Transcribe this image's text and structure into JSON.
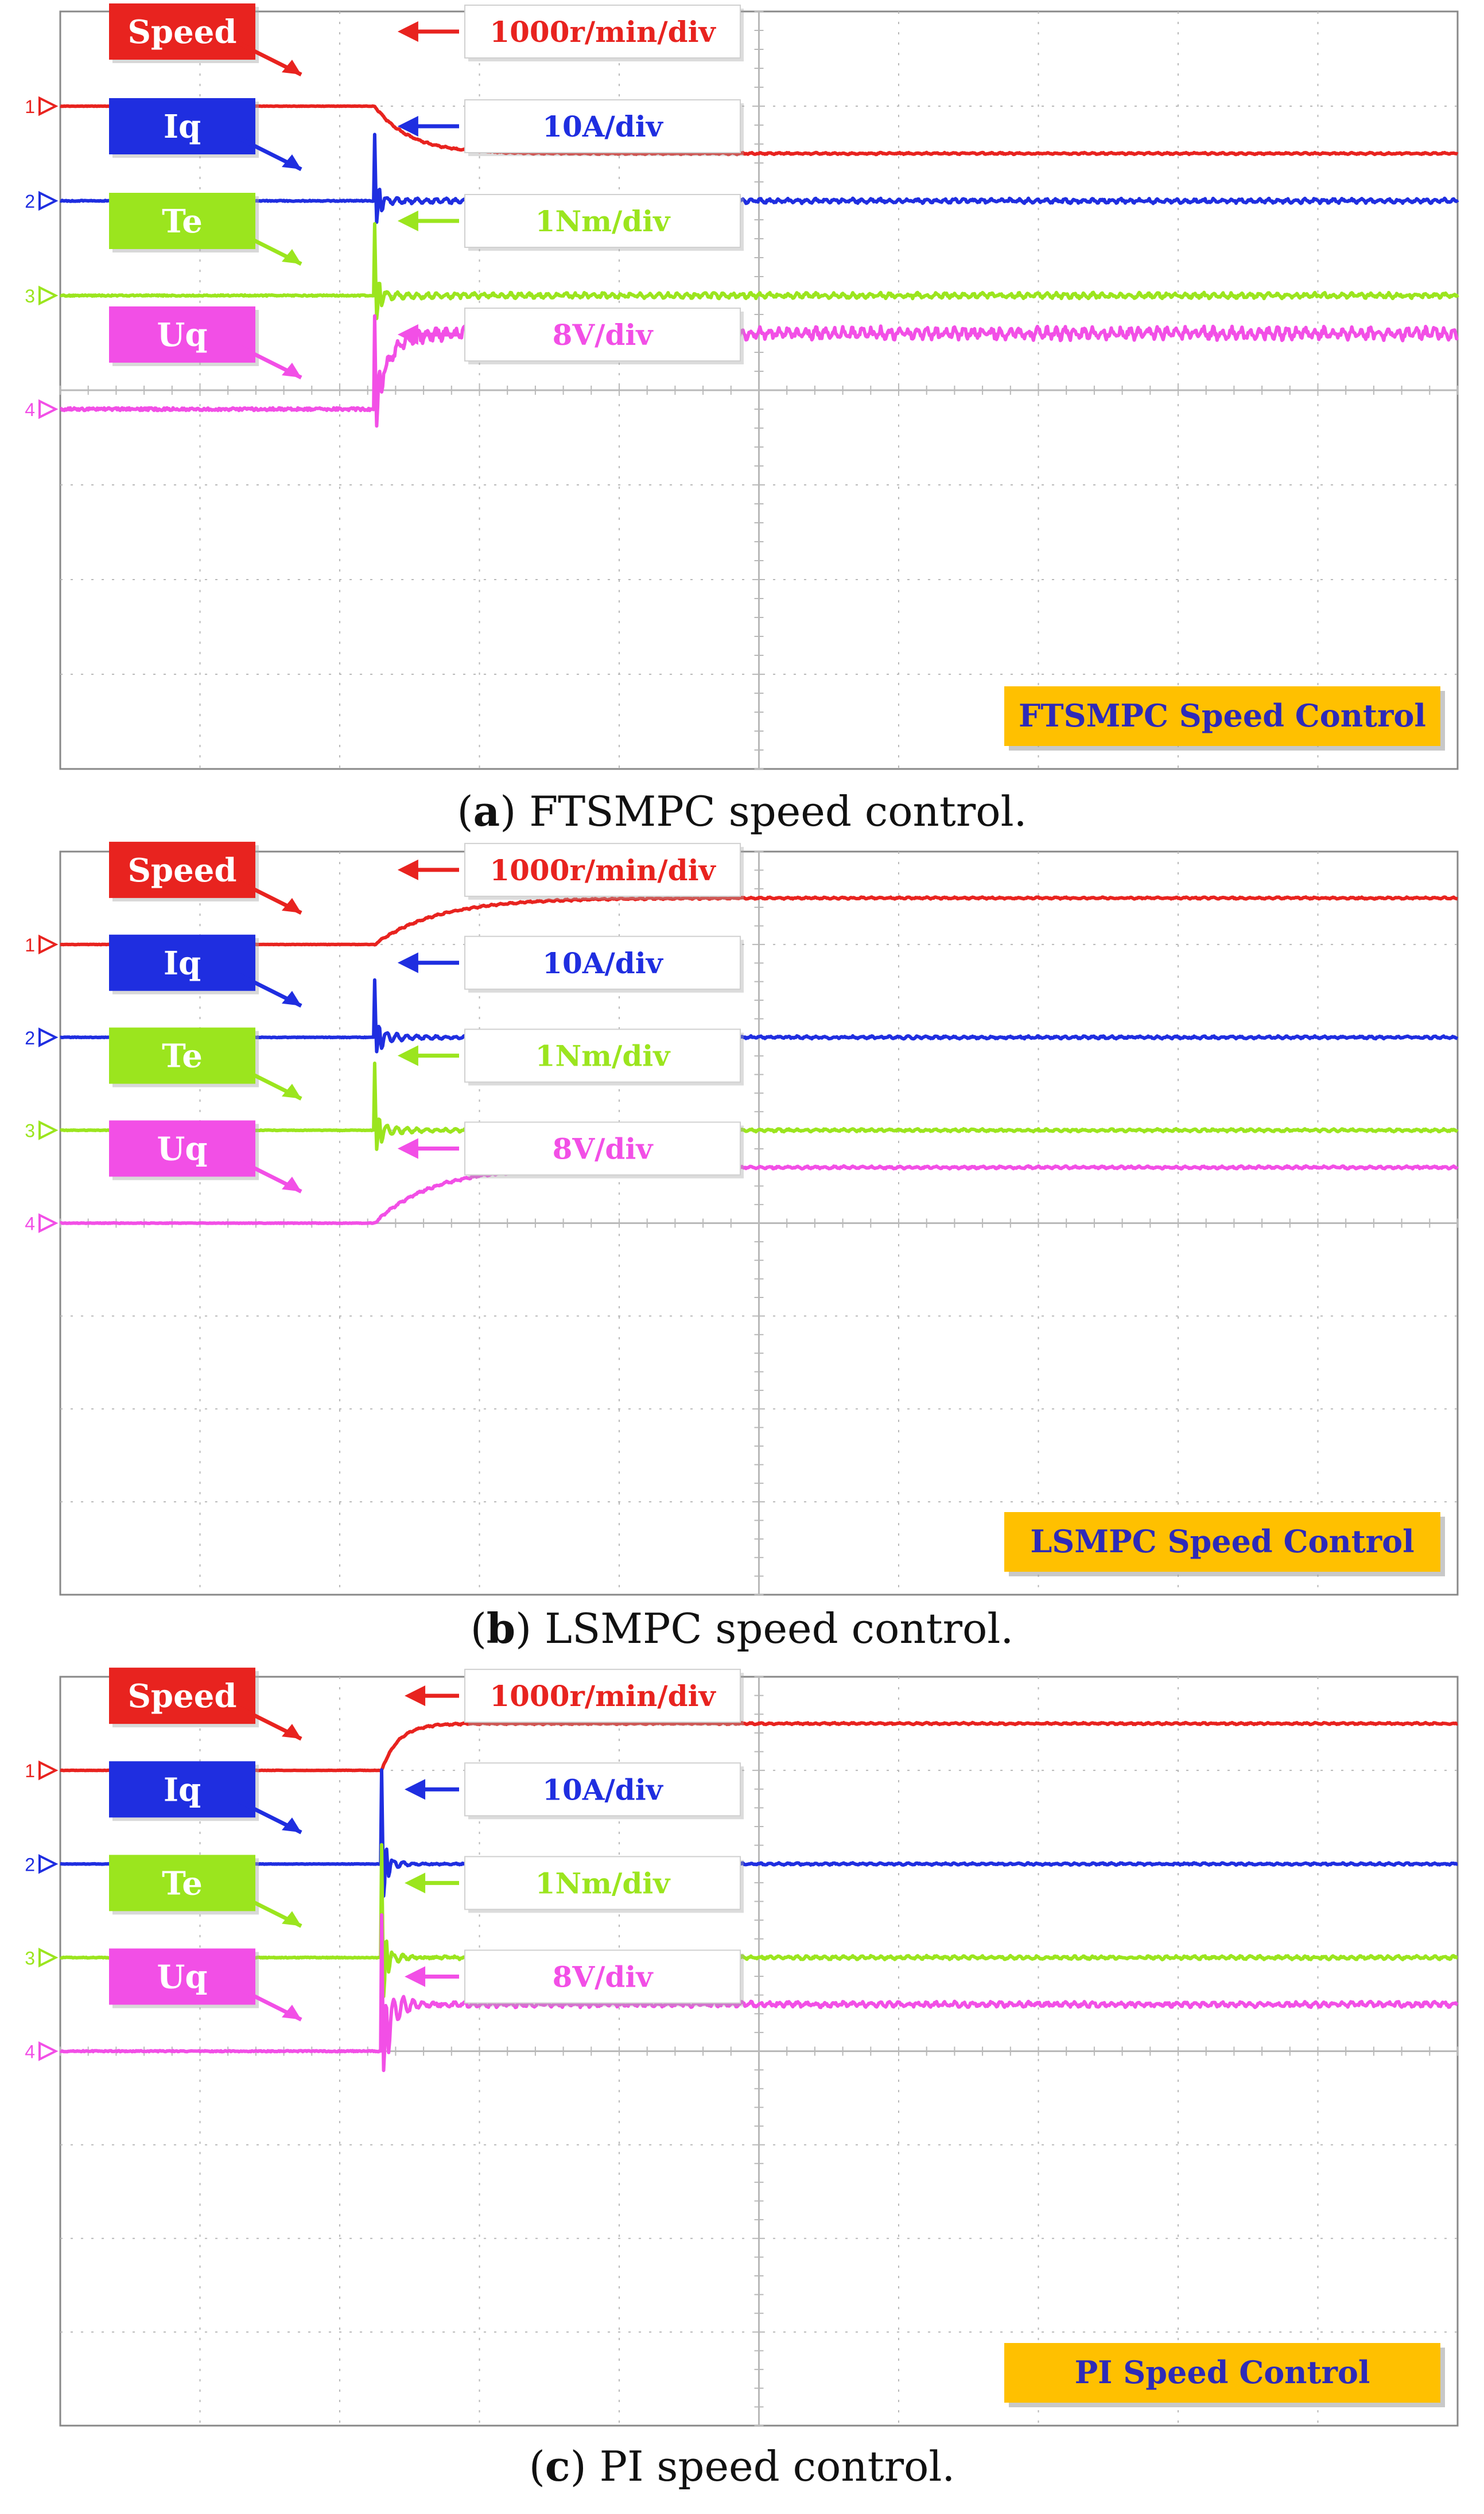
{
  "colors": {
    "speed": "#e8231f",
    "iq": "#1f2ee0",
    "te": "#9be51e",
    "uq": "#f24fe6",
    "grid": "#b9b9b9",
    "panel_border": "#888888",
    "title_bg": "#ffc000",
    "title_text": "#2e2ab8",
    "label_text": "#ffffff"
  },
  "chart_data": [
    {
      "type": "line",
      "title": "FTSMPC Speed Control",
      "caption_letter": "a",
      "caption_text": "FTSMPC speed control.",
      "channels": [
        {
          "name": "Speed",
          "marker": "1",
          "scale": "1000r/min/div",
          "color": "speed",
          "baseline": 1.0,
          "final": 1.5,
          "step_at": 2.25,
          "rise": 0.25,
          "ringing": 0.0,
          "spike": 0.0,
          "noise": 0.01
        },
        {
          "name": "Iq",
          "marker": "2",
          "scale": "10A/div",
          "color": "iq",
          "baseline": 2.0,
          "final": 2.0,
          "step_at": 2.25,
          "rise": 0.05,
          "ringing": 0.1,
          "spike": 0.7,
          "noise": 0.025
        },
        {
          "name": "Te",
          "marker": "3",
          "scale": "1Nm/div",
          "color": "te",
          "baseline": 3.0,
          "final": 3.0,
          "step_at": 2.25,
          "rise": 0.05,
          "ringing": 0.1,
          "spike": 0.75,
          "noise": 0.03
        },
        {
          "name": "Uq",
          "marker": "4",
          "scale": "8V/div",
          "color": "uq",
          "baseline": 4.2,
          "final": 3.4,
          "step_at": 2.25,
          "rise": 0.1,
          "ringing": 0.15,
          "spike": 0.95,
          "noise": 0.07
        }
      ]
    },
    {
      "type": "line",
      "title": "LSMPC Speed Control",
      "caption_letter": "b",
      "caption_text": "LSMPC speed control.",
      "channels": [
        {
          "name": "Speed",
          "marker": "1",
          "scale": "1000r/min/div",
          "color": "speed",
          "baseline": 1.0,
          "final": 0.5,
          "step_at": 2.25,
          "rise": 0.45,
          "ringing": 0.0,
          "spike": 0.0,
          "noise": 0.01
        },
        {
          "name": "Iq",
          "marker": "2",
          "scale": "10A/div",
          "color": "iq",
          "baseline": 2.0,
          "final": 2.0,
          "step_at": 2.25,
          "rise": 0.06,
          "ringing": 0.12,
          "spike": 0.62,
          "noise": 0.015
        },
        {
          "name": "Te",
          "marker": "3",
          "scale": "1Nm/div",
          "color": "te",
          "baseline": 3.0,
          "final": 3.0,
          "step_at": 2.25,
          "rise": 0.06,
          "ringing": 0.12,
          "spike": 0.72,
          "noise": 0.015
        },
        {
          "name": "Uq",
          "marker": "4",
          "scale": "8V/div",
          "color": "uq",
          "baseline": 4.0,
          "final": 3.4,
          "step_at": 2.25,
          "rise": 0.4,
          "ringing": 0.0,
          "spike": 0.0,
          "noise": 0.015
        }
      ]
    },
    {
      "type": "line",
      "title": "PI Speed Control",
      "caption_letter": "c",
      "caption_text": "PI speed control.",
      "channels": [
        {
          "name": "Speed",
          "marker": "1",
          "scale": "1000r/min/div",
          "color": "speed",
          "baseline": 1.0,
          "final": 0.5,
          "step_at": 2.3,
          "rise": 0.12,
          "ringing": 0.0,
          "spike": 0.0,
          "noise": 0.01
        },
        {
          "name": "Iq",
          "marker": "2",
          "scale": "10A/div",
          "color": "iq",
          "baseline": 2.0,
          "final": 2.0,
          "step_at": 2.3,
          "rise": 0.04,
          "ringing": 0.08,
          "spike": 1.0,
          "noise": 0.012
        },
        {
          "name": "Te",
          "marker": "3",
          "scale": "1Nm/div",
          "color": "te",
          "baseline": 3.0,
          "final": 3.0,
          "step_at": 2.3,
          "rise": 0.04,
          "ringing": 0.1,
          "spike": 1.2,
          "noise": 0.02
        },
        {
          "name": "Uq",
          "marker": "4",
          "scale": "8V/div",
          "color": "uq",
          "baseline": 4.0,
          "final": 3.5,
          "step_at": 2.3,
          "rise": 0.05,
          "ringing": 0.3,
          "spike": 1.45,
          "noise": 0.03
        }
      ]
    }
  ]
}
